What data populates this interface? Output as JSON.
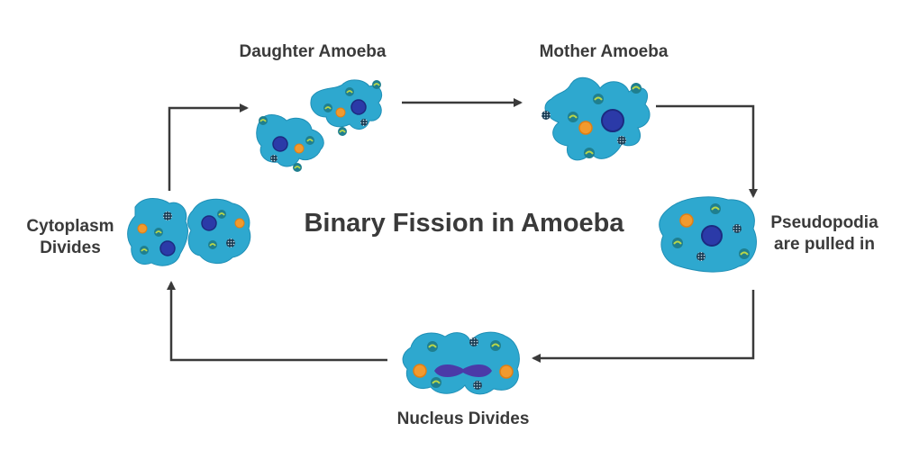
{
  "title": "Binary Fission in Amoeba",
  "stages": {
    "mother": "Mother Amoeba",
    "pseudopodia_line1": "Pseudopodia",
    "pseudopodia_line2": "are pulled in",
    "nucleus": "Nucleus Divides",
    "cytoplasm_line1": "Cytoplasm",
    "cytoplasm_line2": "Divides",
    "daughter": "Daughter Amoeba"
  },
  "colors": {
    "cell_body": "#2ea8cf",
    "cell_edge": "#1f8fb6",
    "nucleus": "#2b3aa8",
    "nucleus_dividing": "#4b3aa8",
    "food_vacuole": "#f29a2e",
    "organelle": "#1f7f8f",
    "organelle_mark": "#b8d64a",
    "arrow": "#3a3a3a",
    "text": "#3a3a3a"
  }
}
